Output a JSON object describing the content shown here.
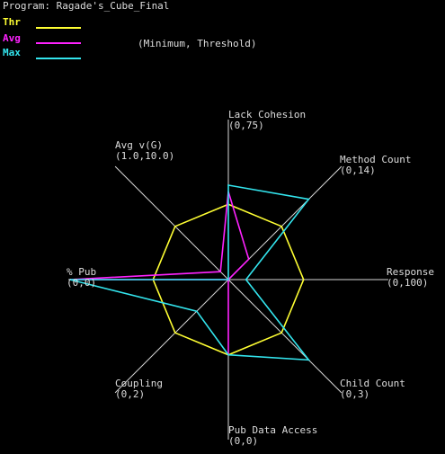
{
  "header": {
    "program_label": "Program: Ragade's_Cube_Final",
    "scale_note": "(Minimum, Threshold)"
  },
  "colors": {
    "background": "#000000",
    "axes": "#d8d8d8",
    "text": "#dddddd",
    "thr": "#ffff33",
    "avg": "#ff22ff",
    "max": "#33e5ee"
  },
  "chart_data": {
    "type": "radar",
    "title": "",
    "axes": [
      {
        "name": "Lack Cohesion",
        "range": "(0,75)"
      },
      {
        "name": "Method Count",
        "range": "(0,14)"
      },
      {
        "name": "Response",
        "range": "(0,100)"
      },
      {
        "name": "Child Count",
        "range": "(0,3)"
      },
      {
        "name": "Pub Data Access",
        "range": "(0,0)"
      },
      {
        "name": "Coupling",
        "range": "(0,2)"
      },
      {
        "name": "% Pub",
        "range": "(0,0)"
      },
      {
        "name": "Avg v(G)",
        "range": "(1.0,10.0)"
      }
    ],
    "scale_max": 1.0,
    "series": [
      {
        "name": "Thr",
        "key": "thr",
        "values": [
          0.47,
          0.47,
          0.47,
          0.47,
          0.47,
          0.47,
          0.47,
          0.47
        ]
      },
      {
        "name": "Avg",
        "key": "avg",
        "values": [
          0.55,
          0.18,
          0.0,
          0.0,
          0.47,
          0.0,
          0.99,
          0.07
        ]
      },
      {
        "name": "Max",
        "key": "max",
        "values": [
          0.59,
          0.71,
          0.11,
          0.71,
          0.47,
          0.28,
          0.99,
          0.0
        ]
      }
    ],
    "legend": "top-left",
    "grid": false
  }
}
